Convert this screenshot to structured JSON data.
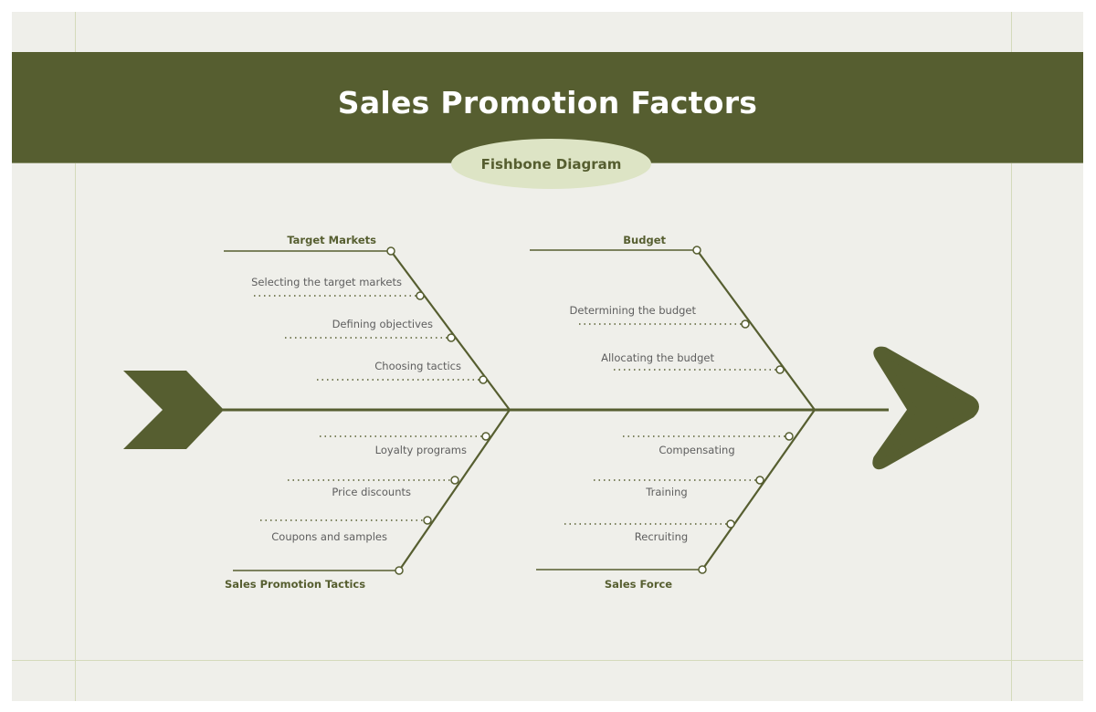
{
  "header": {
    "title": "Sales Promotion Factors",
    "subtitle": "Fishbone Diagram"
  },
  "colors": {
    "primary": "#565e30",
    "page_background": "#efefea",
    "pill_background": "#dde4c5",
    "guide_lines": "#d4dabb",
    "sub_text": "#5e5e5e"
  },
  "diagram": {
    "spine": {
      "head_icon": "arrow-head-icon",
      "tail_icon": "chevron-tail-icon"
    },
    "categories": [
      {
        "label": "Target Markets",
        "position": "top-left",
        "causes": [
          "Selecting the target markets",
          "Defining objectives",
          "Choosing tactics"
        ]
      },
      {
        "label": "Budget",
        "position": "top-right",
        "causes": [
          "Determining the budget",
          "Allocating the budget"
        ]
      },
      {
        "label": "Sales Promotion Tactics",
        "position": "bottom-left",
        "causes": [
          "Loyalty programs",
          "Price discounts",
          "Coupons and samples"
        ]
      },
      {
        "label": "Sales Force",
        "position": "bottom-right",
        "causes": [
          "Compensating",
          "Training",
          "Recruiting"
        ]
      }
    ]
  }
}
